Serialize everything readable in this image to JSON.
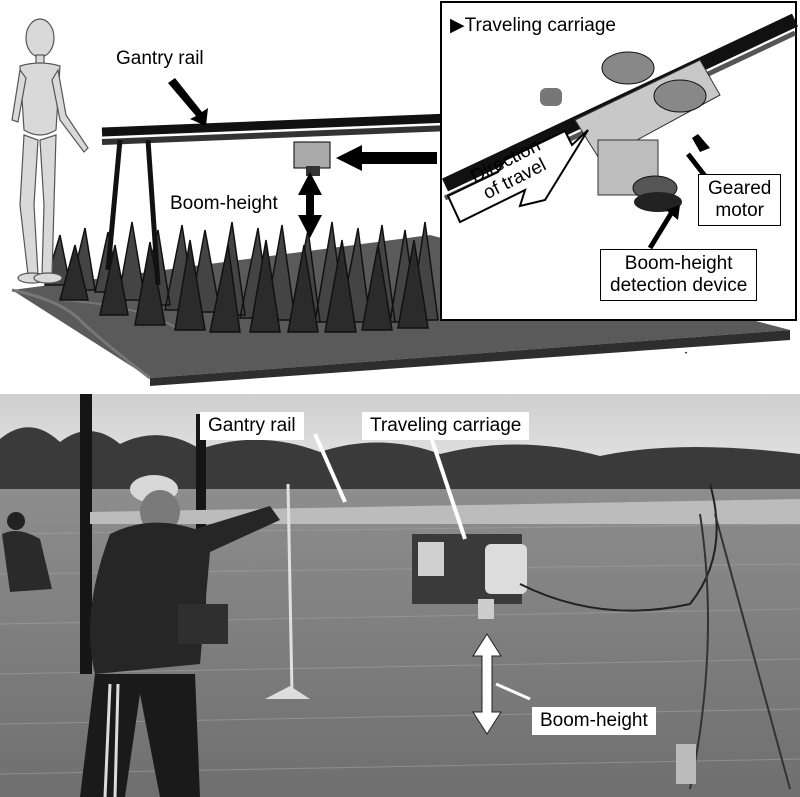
{
  "top_panel": {
    "gantry_rail_label": "Gantry rail",
    "boom_height_label": "Boom-height",
    "inset": {
      "traveling_carriage_label": "▶Traveling carriage",
      "direction_label_line1": "Direction",
      "direction_label_line2": "of travel",
      "geared_motor_line1": "Geared",
      "geared_motor_line2": "motor",
      "detection_line1": "Boom-height",
      "detection_line2": "detection device"
    }
  },
  "bottom_panel": {
    "gantry_rail_label": "Gantry rail",
    "traveling_carriage_label": "Traveling carriage",
    "boom_height_label": "Boom-height"
  }
}
